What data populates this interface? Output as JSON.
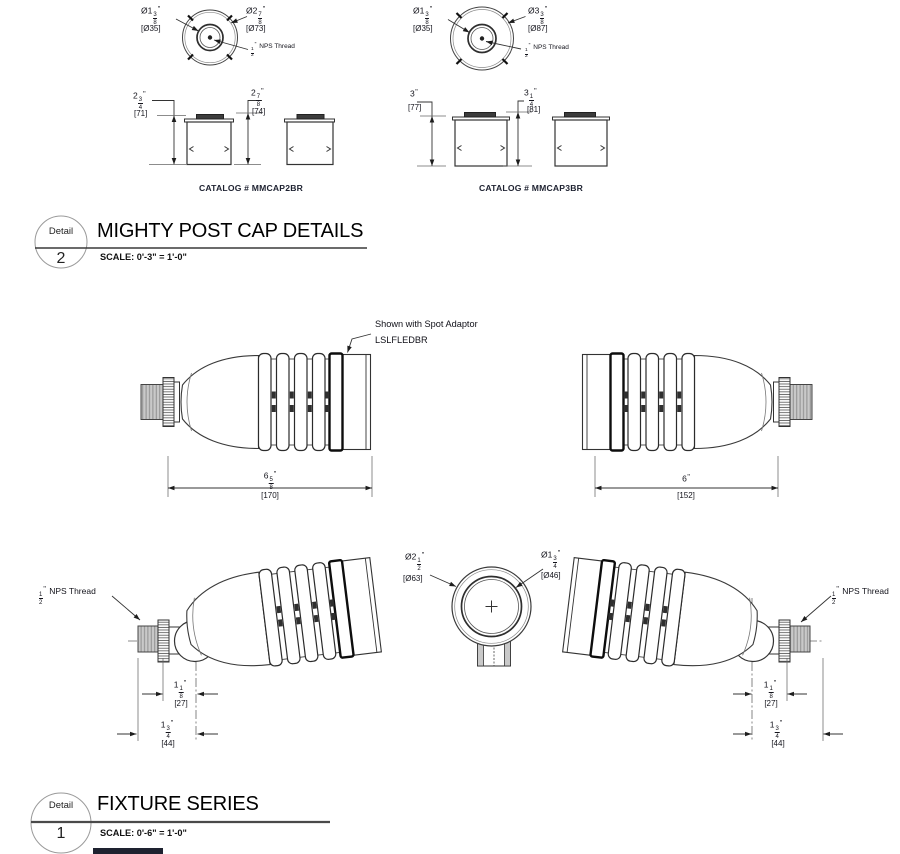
{
  "drawing": {
    "cap2": {
      "inner_dia": {
        "pre": "Ø1",
        "num": "3",
        "den": "8",
        "suf": "\""
      },
      "inner_dia_mm": "[Ø35]",
      "outer_dia": {
        "pre": "Ø2",
        "num": "7",
        "den": "8",
        "suf": "\""
      },
      "outer_dia_mm": "[Ø73]",
      "thread": {
        "num": "1",
        "den": "2",
        "suf": "\"",
        "post": "NPS Thread"
      },
      "height1": {
        "pre": "2",
        "num": "3",
        "den": "4",
        "suf": "\""
      },
      "height1_mm": "[71]",
      "height2": {
        "pre": "2",
        "num": "7",
        "den": "8",
        "suf": "\""
      },
      "height2_mm": "[74]",
      "catalog": "CATALOG # MMCAP2BR"
    },
    "cap3": {
      "inner_dia": {
        "pre": "Ø1",
        "num": "3",
        "den": "8",
        "suf": "\""
      },
      "inner_dia_mm": "[Ø35]",
      "outer_dia": {
        "pre": "Ø3",
        "num": "3",
        "den": "8",
        "suf": "\""
      },
      "outer_dia_mm": "[Ø87]",
      "thread": {
        "num": "1",
        "den": "2",
        "suf": "\"",
        "post": "NPS Thread"
      },
      "height1": {
        "pre": "3",
        "suf": "\""
      },
      "height1_mm": "[77]",
      "height2": {
        "pre": "3",
        "num": "1",
        "den": "4",
        "suf": "\""
      },
      "height2_mm": "[81]",
      "catalog": "CATALOG # MMCAP3BR"
    },
    "detail2": {
      "badge": "Detail",
      "number": "2",
      "title": "MIGHTY POST CAP DETAILS",
      "scale": "SCALE: 0'-3\" = 1'-0\""
    },
    "note": {
      "line1": "Shown with Spot Adaptor",
      "line2": "LSLFLEDBR"
    },
    "fix_left_len": {
      "pre": "6",
      "num": "5",
      "den": "8",
      "suf": "\""
    },
    "fix_left_mm": "[170]",
    "fix_right_len": {
      "pre": "6",
      "suf": "\""
    },
    "fix_right_mm": "[152]",
    "front_outer": {
      "pre": "Ø2",
      "num": "1",
      "den": "2",
      "suf": "\""
    },
    "front_outer_mm": "[Ø63]",
    "front_inner": {
      "pre": "Ø1",
      "num": "3",
      "den": "4",
      "suf": "\""
    },
    "front_inner_mm": "[Ø46]",
    "nps": {
      "num": "1",
      "den": "2",
      "suf": "\"",
      "post": "NPS Thread"
    },
    "stem_a": {
      "pre": "1",
      "num": "1",
      "den": "8",
      "suf": "\""
    },
    "stem_a_mm": "[27]",
    "stem_b": {
      "pre": "1",
      "num": "3",
      "den": "4",
      "suf": "\""
    },
    "stem_b_mm": "[44]",
    "detail1": {
      "badge": "Detail",
      "number": "1",
      "title": "FIXTURE SERIES",
      "scale": "SCALE: 0'-6\" = 1'-0\""
    }
  }
}
